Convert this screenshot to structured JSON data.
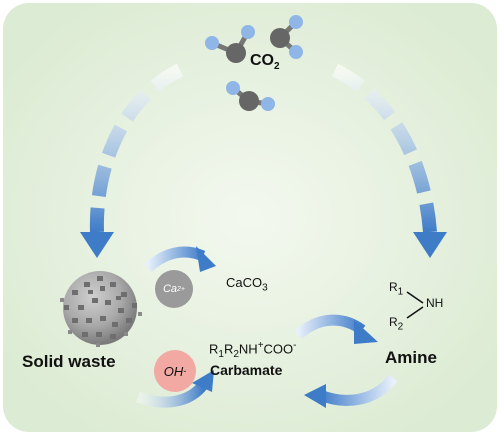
{
  "co2": {
    "main": "CO",
    "sub": "2"
  },
  "caco3": {
    "main": "CaCO",
    "sub": "3"
  },
  "ca_ion": {
    "main": "Ca",
    "sup": "2+"
  },
  "oh_ion": {
    "main": "OH",
    "sup": "-"
  },
  "solid_waste": "Solid waste",
  "amine": {
    "label": "Amine",
    "r1": "R",
    "r1_sub": "1",
    "r2": "R",
    "r2_sub": "2",
    "nh": "NH"
  },
  "carbamate": {
    "label": "Carbamate",
    "formula": {
      "r1": "R",
      "r1_sub": "1",
      "r2": "R",
      "r2_sub": "2",
      "nh": "NH",
      "plus": "+",
      "coo": "COO",
      "minus": "-"
    }
  },
  "colors": {
    "panel": "#e4f0dc",
    "arrow_blue": "#3f7cc8",
    "atom_carbon": "#666666",
    "atom_oxygen": "#8fb6e6",
    "ca_circle": "#9a9a9a",
    "oh_circle": "#f2a8a3"
  }
}
